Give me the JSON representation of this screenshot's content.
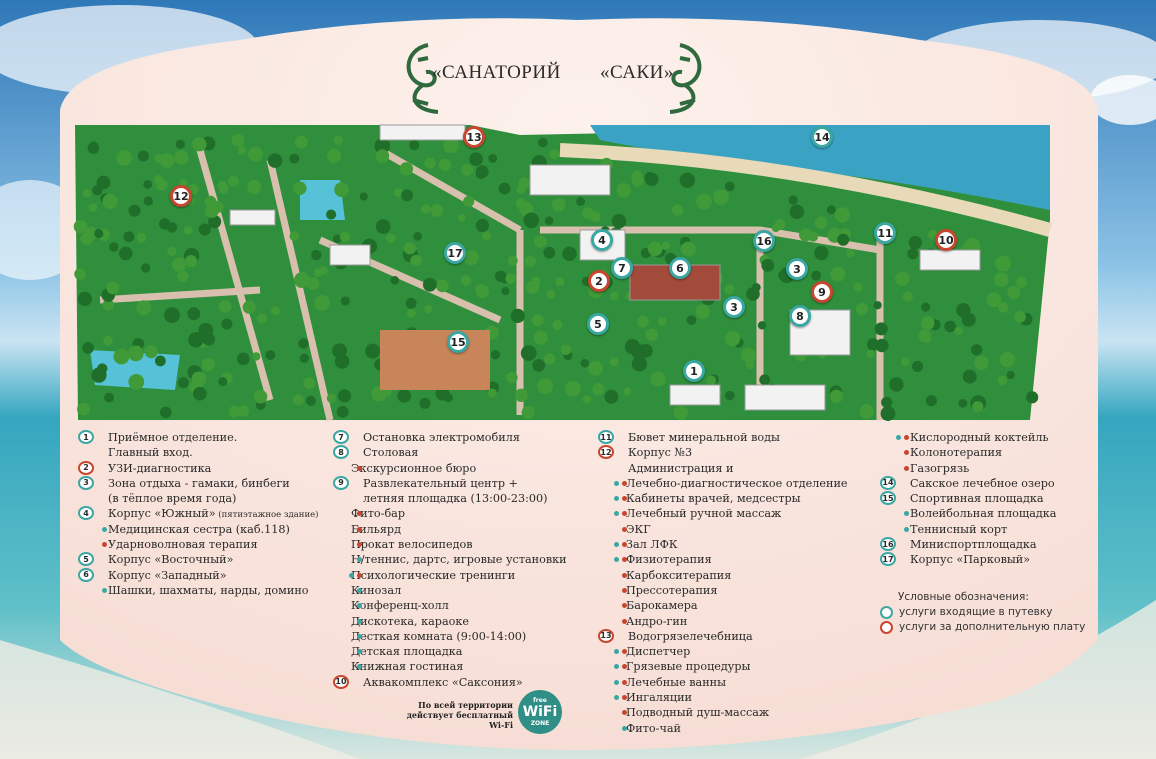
{
  "title": {
    "left": "«САНАТОРИЙ",
    "right": "«САКИ»"
  },
  "colors": {
    "teal": "#3aa7a3",
    "red": "#c8452f",
    "grass": "#2f8f3c"
  },
  "markers": [
    {
      "n": "1",
      "c": "t"
    },
    {
      "n": "2",
      "c": "r"
    },
    {
      "n": "3",
      "c": "t"
    },
    {
      "n": "3",
      "c": "t"
    },
    {
      "n": "4",
      "c": "t"
    },
    {
      "n": "5",
      "c": "t"
    },
    {
      "n": "6",
      "c": "t"
    },
    {
      "n": "7",
      "c": "t"
    },
    {
      "n": "8",
      "c": "t"
    },
    {
      "n": "9",
      "c": "r"
    },
    {
      "n": "10",
      "c": "r"
    },
    {
      "n": "11",
      "c": "t"
    },
    {
      "n": "12",
      "c": "r"
    },
    {
      "n": "13",
      "c": "r"
    },
    {
      "n": "14",
      "c": "t"
    },
    {
      "n": "15",
      "c": "t"
    },
    {
      "n": "16",
      "c": "t"
    },
    {
      "n": "17",
      "c": "t"
    }
  ],
  "legend": [
    [
      {
        "num": "1",
        "text": "Приёмное отделение."
      },
      {
        "text": "Главный вход."
      },
      {
        "num": "2",
        "ring": "r",
        "text": "УЗИ-диагностика"
      },
      {
        "num": "3",
        "text": "Зона отдыха - гамаки, бинбеги"
      },
      {
        "text": "(в тёплое время года)"
      },
      {
        "num": "4",
        "text": "Корпус «Южный»",
        "note": " (пятиэтажное здание)"
      },
      {
        "dots": "t",
        "text": "Медицинская сестра (каб.118)"
      },
      {
        "dots": "r",
        "text": "Ударноволновая терапия"
      },
      {
        "num": "5",
        "text": "Корпус «Восточный»"
      },
      {
        "num": "6",
        "text": "Корпус «Западный»"
      },
      {
        "dots": "t",
        "text": "Шашки, шахматы, нарды, домино"
      }
    ],
    [
      {
        "num": "7",
        "text": "Остановка электромобиля"
      },
      {
        "num": "8",
        "text": "Столовая"
      },
      {
        "dots": "r",
        "text": "Экскурсионное бюро"
      },
      {
        "num": "9",
        "text": "Развлекательный центр +"
      },
      {
        "text": "летняя площадка (13:00-23:00)"
      },
      {
        "dots": "r",
        "text": "Фито-бар"
      },
      {
        "dots": "r",
        "text": "Бильярд"
      },
      {
        "dots": "r",
        "text": "Прокат велосипедов"
      },
      {
        "dots": "t",
        "text": "Н/теннис, дартс, игровые установки"
      },
      {
        "dots": "tr",
        "text": "Психологические тренинги"
      },
      {
        "dots": "t",
        "text": "Кинозал"
      },
      {
        "dots": "t",
        "text": "Конференц-холл"
      },
      {
        "dots": "t",
        "text": "Дискотека, караоке"
      },
      {
        "dots": "t",
        "text": "Десткая комната (9:00-14:00)"
      },
      {
        "dots": "t",
        "text": "Детская площадка"
      },
      {
        "dots": "t",
        "text": "Книжная гостиная"
      },
      {
        "num": "10",
        "ring": "r",
        "text": "Аквакомплекс «Саксония»"
      }
    ],
    [
      {
        "num": "11",
        "text": "Бювет минеральной воды"
      },
      {
        "num": "12",
        "ring": "r",
        "text": "Корпус №3"
      },
      {
        "text": "Администрация и"
      },
      {
        "dots": "tr",
        "text": "Лечебно-диагностическое отделение"
      },
      {
        "dots": "tr",
        "text": "Кабинеты врачей, медсестры"
      },
      {
        "dots": "tr",
        "text": "Лечебный ручной массаж"
      },
      {
        "dots": "r",
        "text": "ЭКГ"
      },
      {
        "dots": "tr",
        "text": "Зал ЛФК"
      },
      {
        "dots": "tr",
        "text": "Физиотерапия"
      },
      {
        "dots": "r",
        "text": "Карбокситерапия"
      },
      {
        "dots": "r",
        "text": "Прессотерапия"
      },
      {
        "dots": "r",
        "text": "Барокамера"
      },
      {
        "dots": "r",
        "text": "Андро-гин"
      },
      {
        "num": "13",
        "ring": "r",
        "text": "Водогрязелечебница"
      },
      {
        "dots": "tr",
        "text": "Диспетчер"
      },
      {
        "dots": "tr",
        "text": "Грязевые процедуры"
      },
      {
        "dots": "tr",
        "text": "Лечебные ванны"
      },
      {
        "dots": "tr",
        "text": "Ингаляции"
      },
      {
        "dots": "r",
        "text": "Подводный душ-массаж"
      },
      {
        "dots": "t",
        "text": "Фито-чай"
      }
    ],
    [
      {
        "dots": "tr",
        "text": "Кислородный коктейль"
      },
      {
        "dots": "r",
        "text": "Колонотерапия"
      },
      {
        "dots": "r",
        "text": "Газогрязь"
      },
      {
        "num": "14",
        "text": "Сакское лечебное озеро"
      },
      {
        "num": "15",
        "text": "Спортивная площадка"
      },
      {
        "dots": "t",
        "text": "Волейбольная площадка"
      },
      {
        "dots": "t",
        "text": "Теннисный корт"
      },
      {
        "num": "16",
        "text": "Миниспортплощадка"
      },
      {
        "num": "17",
        "text": "Корпус «Парковый»"
      }
    ]
  ],
  "key": {
    "title": "Условные обозначения:",
    "included": "услуги входящие в путевку",
    "paid": "услуги за дополнительную плату"
  },
  "wifi": {
    "text1": "По всей территории",
    "text2": "действует бесплатный",
    "text3": "Wi-Fi",
    "free": "free",
    "logo": "WiFi",
    "zone": "ZONE"
  }
}
